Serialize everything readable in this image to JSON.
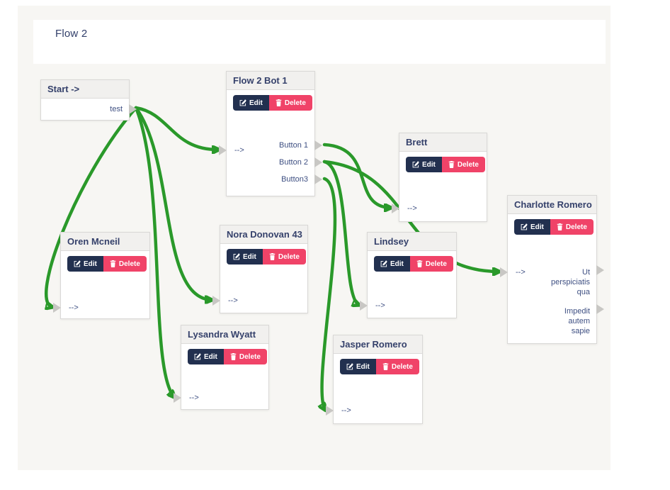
{
  "page": {
    "title": "Flow 2"
  },
  "labels": {
    "edit": "Edit",
    "delete": "Delete"
  },
  "colors": {
    "connection_green": "#2a992a",
    "arrowhead_green": "#1d7f1d",
    "edit_button_navy": "#22304f",
    "delete_button_pink": "#f04368",
    "node_title_navy": "#35416b",
    "port_gray": "#c8c7c4",
    "canvas_bg": "#f7f6f3"
  },
  "nodes": [
    {
      "id": "start",
      "title": "Start ->",
      "inputs": [],
      "outputs": [
        {
          "label": "test"
        }
      ]
    },
    {
      "id": "flow2bot1",
      "title": "Flow 2 Bot 1",
      "inputs": [
        {
          "label": "-->"
        }
      ],
      "outputs": [
        {
          "label": "Button 1"
        },
        {
          "label": "Button 2"
        },
        {
          "label": "Button3"
        }
      ]
    },
    {
      "id": "brett",
      "title": "Brett",
      "inputs": [
        {
          "label": "-->"
        }
      ],
      "outputs": []
    },
    {
      "id": "charlotte",
      "title": "Charlotte Romero",
      "inputs": [
        {
          "label": "-->"
        }
      ],
      "outputs": [
        {
          "label": "Ut\nperspiciatis\nqua"
        },
        {
          "label": "Impedit\nautem\nsapie"
        }
      ]
    },
    {
      "id": "oren",
      "title": "Oren Mcneil",
      "inputs": [
        {
          "label": "-->"
        }
      ],
      "outputs": []
    },
    {
      "id": "nora",
      "title": "Nora Donovan 43",
      "inputs": [
        {
          "label": "-->"
        }
      ],
      "outputs": []
    },
    {
      "id": "lindsey",
      "title": "Lindsey",
      "inputs": [
        {
          "label": "-->"
        }
      ],
      "outputs": []
    },
    {
      "id": "lysandra",
      "title": "Lysandra Wyatt",
      "inputs": [
        {
          "label": "-->"
        }
      ],
      "outputs": []
    },
    {
      "id": "jasper",
      "title": "Jasper Romero",
      "inputs": [
        {
          "label": "-->"
        }
      ],
      "outputs": []
    }
  ],
  "connections": [
    {
      "from": "start.test",
      "to": "flow2bot1.input"
    },
    {
      "from": "start.test",
      "to": "oren.input"
    },
    {
      "from": "start.test",
      "to": "nora.input"
    },
    {
      "from": "start.test",
      "to": "lysandra.input"
    },
    {
      "from": "flow2bot1.button1",
      "to": "brett.input"
    },
    {
      "from": "flow2bot1.button2",
      "to": "charlotte.input"
    },
    {
      "from": "flow2bot1.button2",
      "to": "lindsey.input"
    },
    {
      "from": "flow2bot1.button3",
      "to": "jasper.input"
    }
  ]
}
